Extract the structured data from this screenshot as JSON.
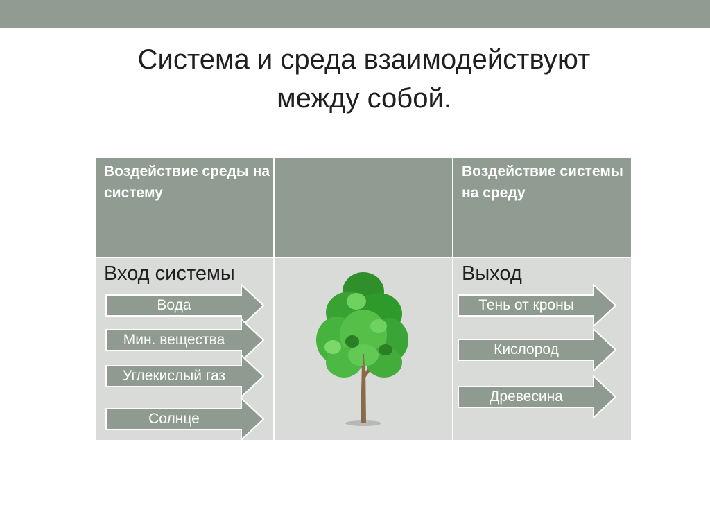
{
  "title": {
    "line1": "Система и среда взаимодействуют",
    "line2": "между собой."
  },
  "table": {
    "header_left": "Воздействие среды на систему",
    "header_middle": "",
    "header_right": "Воздействие системы на среду",
    "input_label": "Вход системы",
    "output_label": "Выход",
    "inputs": [
      "Вода",
      "Мин. вещества",
      "Углекислый газ",
      "Солнце"
    ],
    "outputs": [
      "Тень от кроны",
      "Кислород",
      "Древесина"
    ],
    "center_image_icon": "tree-icon"
  },
  "colors": {
    "bar": "#909c91",
    "header": "#909c91",
    "body": "#d8dbd8",
    "arrow_fill": "#8f9b90",
    "arrow_stroke": "#ffffff"
  }
}
